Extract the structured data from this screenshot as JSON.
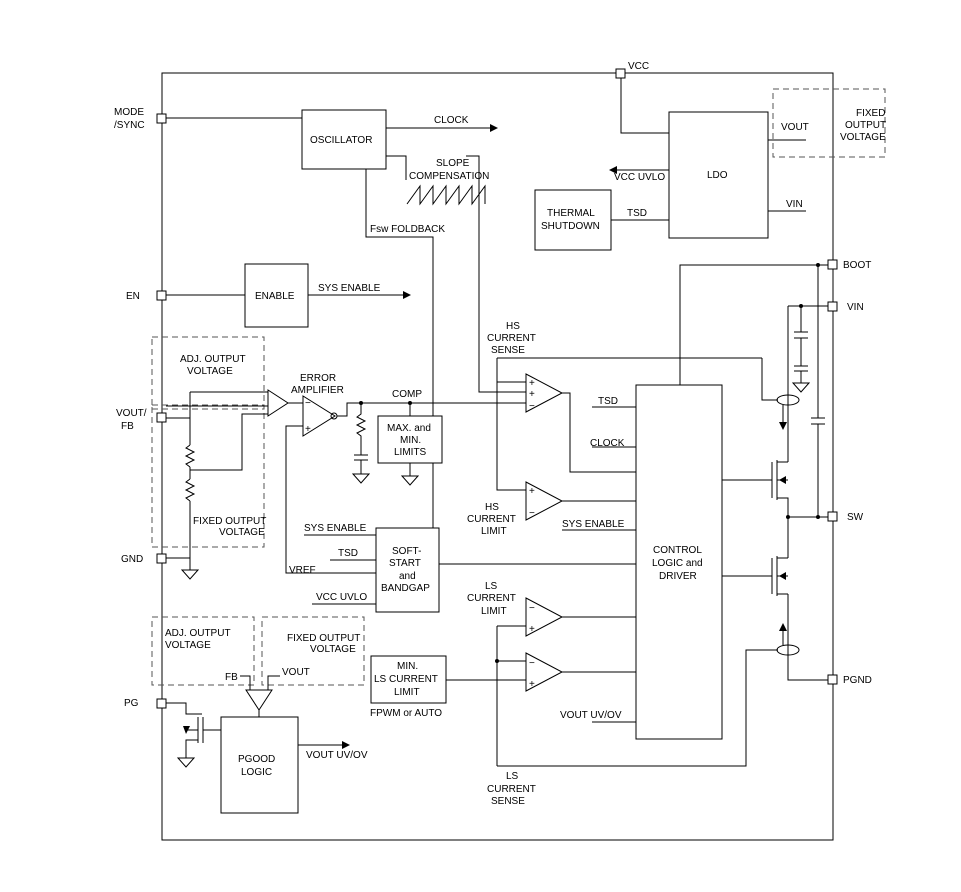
{
  "pins": {
    "vcc": "VCC",
    "mode": "MODE",
    "mode2": "/SYNC",
    "en": "EN",
    "voutfb": "VOUT/",
    "voutfb2": "FB",
    "gnd": "GND",
    "pg": "PG",
    "boot": "BOOT",
    "vin": "VIN",
    "sw": "SW",
    "pgnd": "PGND"
  },
  "blocks": {
    "oscillator": "OSCILLATOR",
    "ldo": "LDO",
    "thermal1": "THERMAL",
    "thermal2": "SHUTDOWN",
    "enable": "ENABLE",
    "maxmin1": "MAX. and",
    "maxmin2": "MIN.",
    "maxmin3": "LIMITS",
    "softstart1": "SOFT-",
    "softstart2": "START",
    "softstart3": "and",
    "softstart4": "BANDGAP",
    "control1": "CONTROL",
    "control2": "LOGIC and",
    "control3": "DRIVER",
    "minls1": "MIN.",
    "minls2": "LS CURRENT",
    "minls3": "LIMIT",
    "pgood1": "PGOOD",
    "pgood2": "LOGIC"
  },
  "labels": {
    "clock": "CLOCK",
    "slope1": "SLOPE",
    "slope2": "COMPENSATION",
    "fsw_main": "Fsw",
    "fsw_rest": " FOLDBACK",
    "vccuvlo": "VCC UVLO",
    "tsd_ldo": "TSD",
    "ldo_vout": "VOUT",
    "ldo_vin": "VIN",
    "fixed1": "FIXED",
    "fixed2": "OUTPUT",
    "fixed3": "VOLTAGE",
    "sysenable_en": "SYS ENABLE",
    "hs_sense1": "HS",
    "hs_sense2": "CURRENT",
    "hs_sense3": "SENSE",
    "adj1": "ADJ. OUTPUT",
    "adj2": "VOLTAGE",
    "err1": "ERROR",
    "err2": "AMPLIFIER",
    "comp": "COMP",
    "tsd_ctrl": "TSD",
    "clock_ctrl": "CLOCK",
    "fixed_fb1": "FIXED OUTPUT",
    "fixed_fb2": "VOLTAGE",
    "hs_limit1": "HS",
    "hs_limit2": "CURRENT",
    "hs_limit3": "LIMIT",
    "sysenable_ctrl": "SYS ENABLE",
    "sysenable_ss": "SYS ENABLE",
    "tsd_ss": "TSD",
    "vref": "VREF",
    "vccuvlo_ss": "VCC UVLO",
    "ls_limit1": "LS",
    "ls_limit2": "CURRENT",
    "ls_limit3": "LIMIT",
    "adj_pg1": "ADJ. OUTPUT",
    "adj_pg2": "VOLTAGE",
    "fixed_pg1": "FIXED OUTPUT",
    "fixed_pg2": "VOLTAGE",
    "fb": "FB",
    "vout_pg": "VOUT",
    "fpwm": "FPWM or AUTO",
    "voutuvov_ctrl": "VOUT UV/OV",
    "voutuvov_pg": "VOUT UV/OV",
    "ls_sense1": "LS",
    "ls_sense2": "CURRENT",
    "ls_sense3": "SENSE"
  },
  "signs": {
    "plus": "+",
    "minus": "−",
    "inv": "⊖"
  }
}
